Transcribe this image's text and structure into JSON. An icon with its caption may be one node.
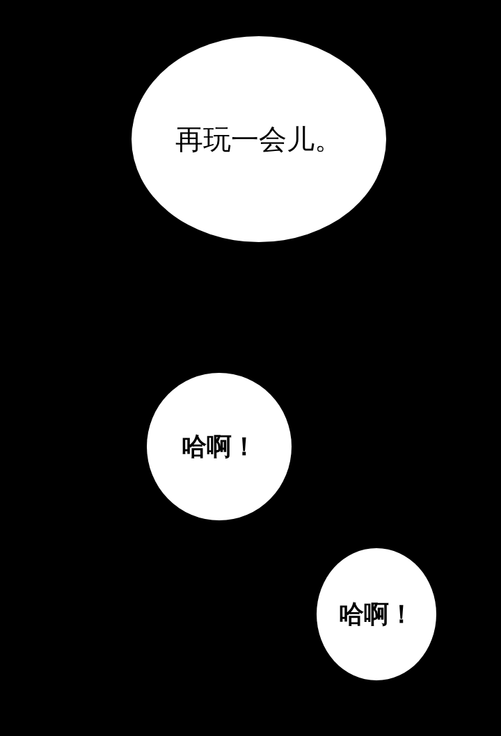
{
  "diagram": {
    "nodes": [
      {
        "text": [
          "再玩一会儿。"
        ]
      },
      {
        "text": [
          "哈啊！"
        ]
      },
      {
        "text": [
          "哈啊！"
        ]
      }
    ]
  }
}
